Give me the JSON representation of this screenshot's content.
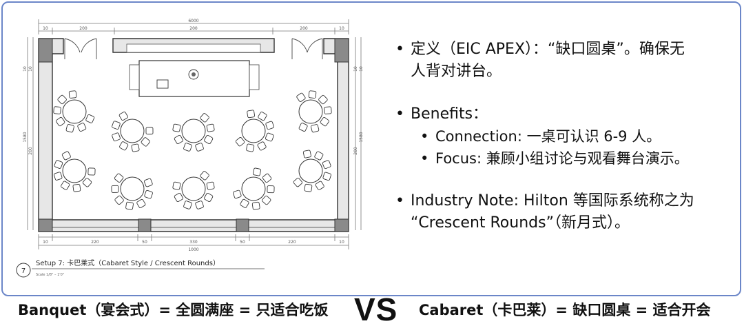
{
  "plan": {
    "dims_top": [
      "6000",
      "10",
      "200",
      "200",
      "200",
      "10"
    ],
    "dims_side_left": [
      "10",
      "10",
      "1580",
      "200"
    ],
    "dims_side_right": [
      "10",
      "1580",
      "200",
      "10"
    ],
    "dims_bottom": [
      "10",
      "220",
      "50",
      "330",
      "50",
      "220",
      "10"
    ],
    "dims_bottom_total": "1000",
    "caption_number": "7",
    "caption_title": "Setup 7: 卡巴莱式（Cabaret Style / Crescent Rounds）",
    "caption_scale": "Scale   1/8\" – 1'0\""
  },
  "bullets": {
    "b1_line1": "定义（EIC APEX）：“缺口圆桌”。确保无",
    "b1_line2": "人背对讲台。",
    "b2": "Benefits：",
    "b2_sub1": "Connection: 一桌可认识 6-9 人。",
    "b2_sub2": "Focus: 兼顾小组讨论与观看舞台演示。",
    "b3_line1": "Industry Note: Hilton 等国际系统称之为",
    "b3_line2": "“Crescent Rounds”（新月式）。"
  },
  "bottom": {
    "left": "Banquet（宴会式）= 全圆满座 = 只适合吃饭",
    "vs": "VS",
    "right": "Cabaret（卡巴莱）= 缺口圆桌 = 适合开会"
  }
}
